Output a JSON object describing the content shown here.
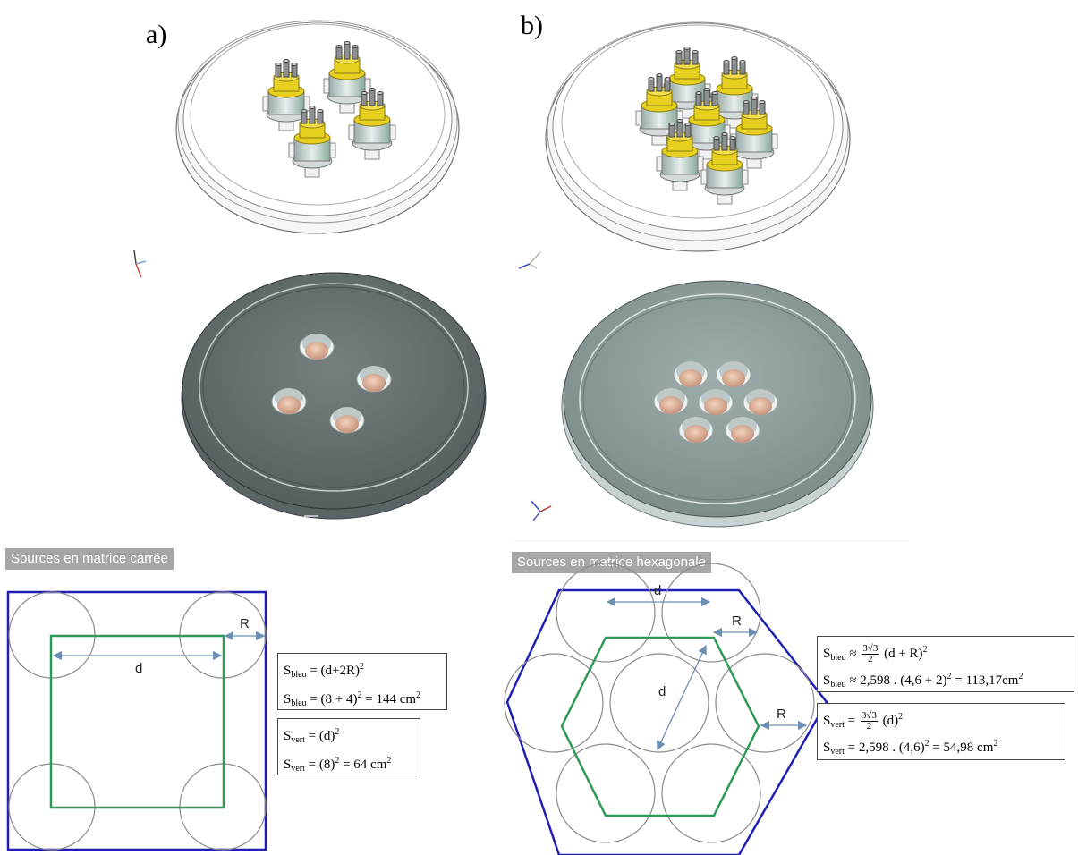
{
  "panels": {
    "a": {
      "label": "a)"
    },
    "b": {
      "label": "b)"
    }
  },
  "square": {
    "tag": "Sources en matrice carrée",
    "labels": {
      "R": "R",
      "d": "d"
    },
    "formulas": {
      "bleu": [
        "S",
        "bleu",
        " = (d+2R)",
        "2"
      ],
      "bleu_num": [
        "S",
        "bleu",
        " = (8 + 4)",
        "2",
        "  = 144 cm",
        "2"
      ],
      "vert": [
        "S",
        "vert",
        " = (d)",
        "2"
      ],
      "vert_num": [
        "S",
        "vert",
        " = (8)",
        "2",
        "  = 64 cm",
        "2"
      ]
    }
  },
  "hex": {
    "tag": "Sources en matrice hexagonale",
    "labels": {
      "R_top": "R",
      "R_side": "R",
      "d_top": "d",
      "d_diag": "d"
    },
    "formulas": {
      "frac_num": "3√3",
      "frac_den": "2",
      "bleu_a": [
        "S",
        "bleu",
        " ≈ ",
        " (d + R)",
        "2"
      ],
      "bleu_b": [
        "S",
        "bleu",
        " ≈ 2,598 . (4,6 + 2)",
        "2",
        " = 113,17cm",
        "2"
      ],
      "vert_a": [
        "S",
        "vert",
        " = ",
        " (d)",
        "2"
      ],
      "vert_b": [
        "S",
        "vert",
        " = 2,598 . (4,6)",
        "2",
        " = 54,98 cm",
        "2"
      ]
    }
  },
  "colors": {
    "blue": "#1f1fb4",
    "green": "#2e9a5a",
    "circle": "#8a8a8a",
    "arrow": "#6d8fb4",
    "plate_dark": "#616b6b",
    "plate_light": "#8e9c9c",
    "source_tip": "#e8b89a",
    "yellow": "#e6cf1e"
  }
}
